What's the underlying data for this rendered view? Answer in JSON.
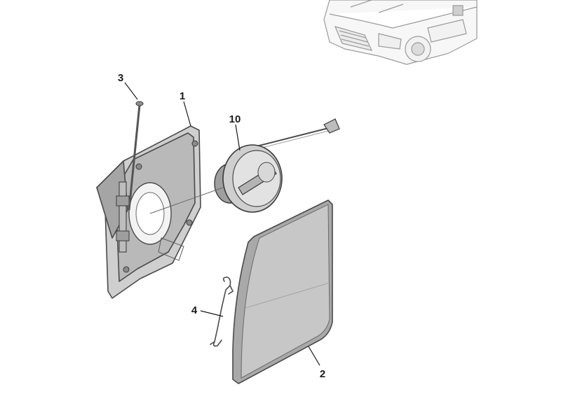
{
  "diagram": {
    "callouts": [
      {
        "id": "1",
        "label": "1"
      },
      {
        "id": "2",
        "label": "2"
      },
      {
        "id": "3",
        "label": "3"
      },
      {
        "id": "4",
        "label": "4"
      },
      {
        "id": "10",
        "label": "10"
      }
    ]
  },
  "colors": {
    "part_fill": "#d4d4d4",
    "part_dark": "#a9a9a9",
    "part_shadow": "#8e8e8e",
    "outline": "#4a4a4a",
    "vehicle_line": "#9a9a9a"
  }
}
